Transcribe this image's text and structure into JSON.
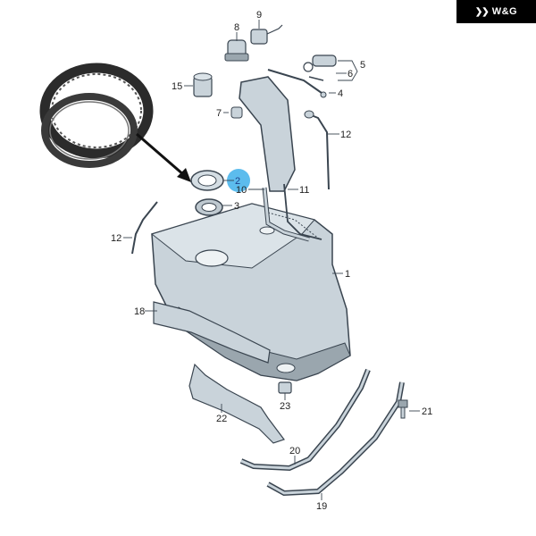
{
  "brand": {
    "name": "W&G",
    "logo_icon": "wing-logo-icon",
    "background": "#000000",
    "text_color": "#ffffff"
  },
  "highlight": {
    "part": "2",
    "color": "#3fb0ea"
  },
  "colors": {
    "part_fill": "#c9d3da",
    "part_shade": "#9aa6ae",
    "outline": "#3a4550",
    "seal_dark": "#2b2b2b"
  },
  "callouts": [
    "1",
    "2",
    "3",
    "4",
    "5",
    "6",
    "7",
    "8",
    "9",
    "10",
    "11",
    "12",
    "12",
    "15",
    "18",
    "19",
    "20",
    "21",
    "22",
    "23"
  ]
}
